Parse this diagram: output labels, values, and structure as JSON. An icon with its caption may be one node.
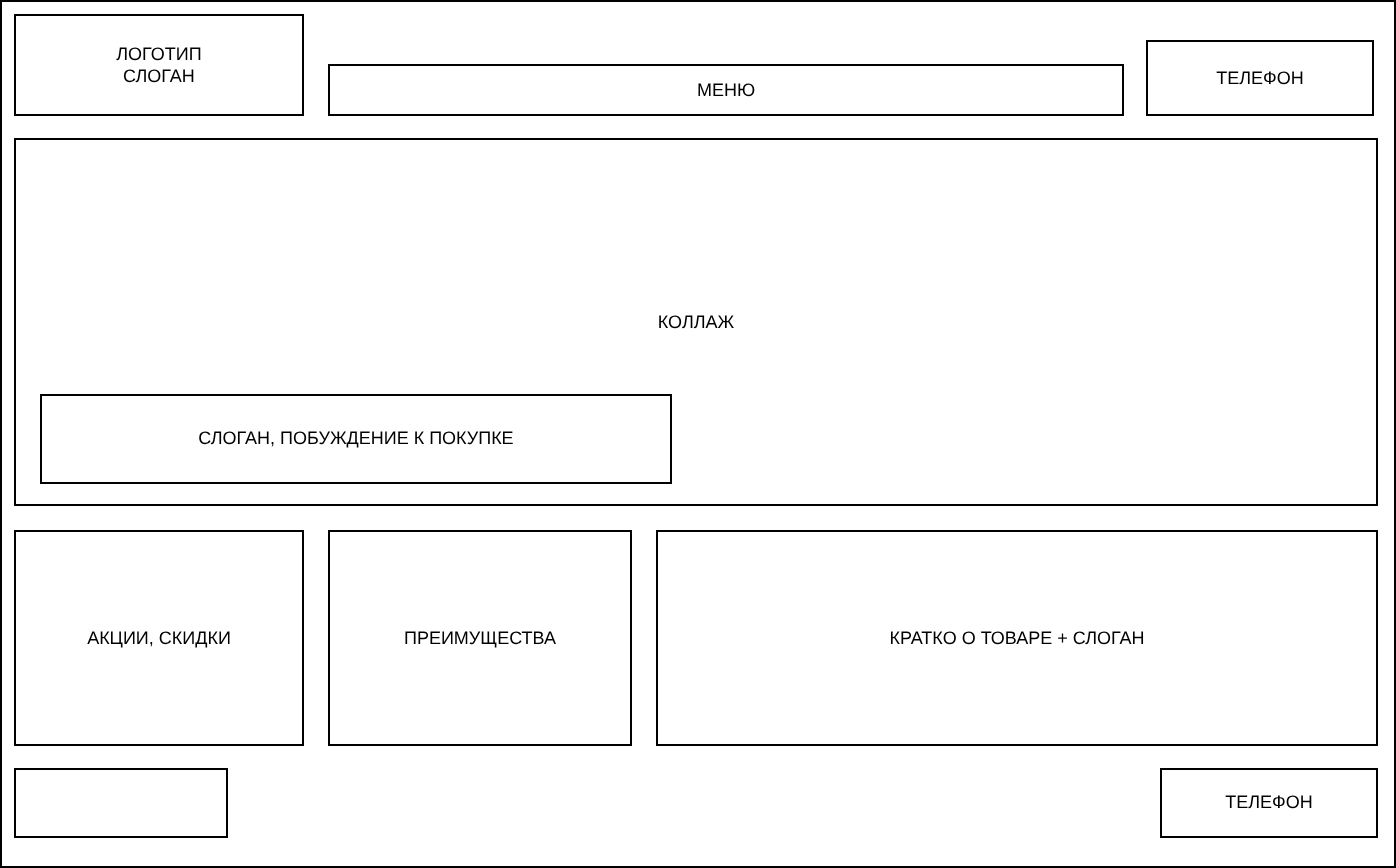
{
  "diagram": {
    "nodes": [
      {
        "text": [
          "ЛОГОТИП СЛОГАН"
        ]
      },
      {
        "text": [
          "МЕНЮ"
        ]
      },
      {
        "text": [
          "ТЕЛЕФОН"
        ]
      },
      {
        "text": [
          "КОЛЛАЖ"
        ]
      },
      {
        "text": [
          "СЛОГАН, ПОБУЖДЕНИЕ К ПОКУПКЕ"
        ],
        "in": 3
      },
      {
        "text": [
          "АКЦИИ, СКИДКИ"
        ]
      },
      {
        "text": [
          "ПРЕИМУЩЕСТВА"
        ]
      },
      {
        "text": [
          "КРАТКО О ТОВАРЕ + СЛОГАН"
        ]
      },
      {
        "text": [],
        "shape": "box"
      },
      {
        "text": [
          "ТЕЛЕФОН"
        ]
      }
    ]
  }
}
